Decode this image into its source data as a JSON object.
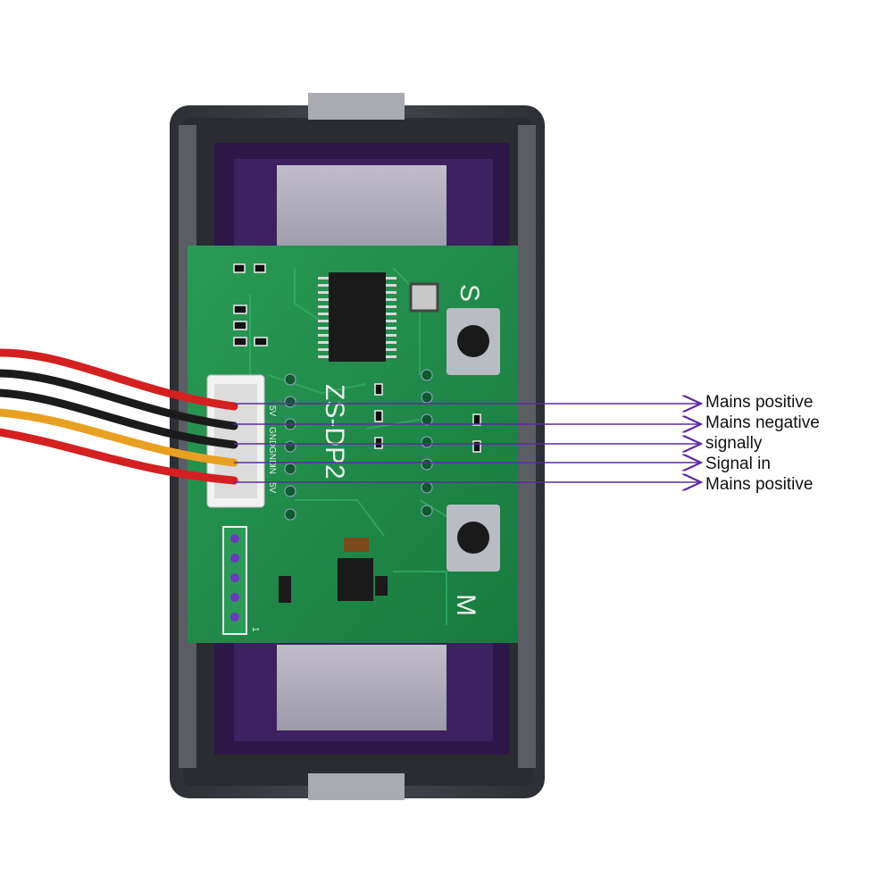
{
  "board": {
    "silkscreen_model": "ZS-DP2",
    "button_top_label": "S",
    "button_bottom_label": "M",
    "pin_labels": [
      "5V",
      "GND",
      "GND",
      "IN",
      "5V"
    ],
    "header_pin1_label": "1"
  },
  "callouts": [
    {
      "label": "Mains positive"
    },
    {
      "label": "Mains negative"
    },
    {
      "label": "signally"
    },
    {
      "label": "Signal in"
    },
    {
      "label": "Mains positive"
    }
  ],
  "colors": {
    "callout_line": "#5a2ca0",
    "pcb": "#1f8a4c",
    "case": "#3b3e44",
    "display_window": "#3a1f5c",
    "wire_red": "#d42020",
    "wire_black": "#1b1b1b",
    "wire_yellow": "#e8a020"
  }
}
